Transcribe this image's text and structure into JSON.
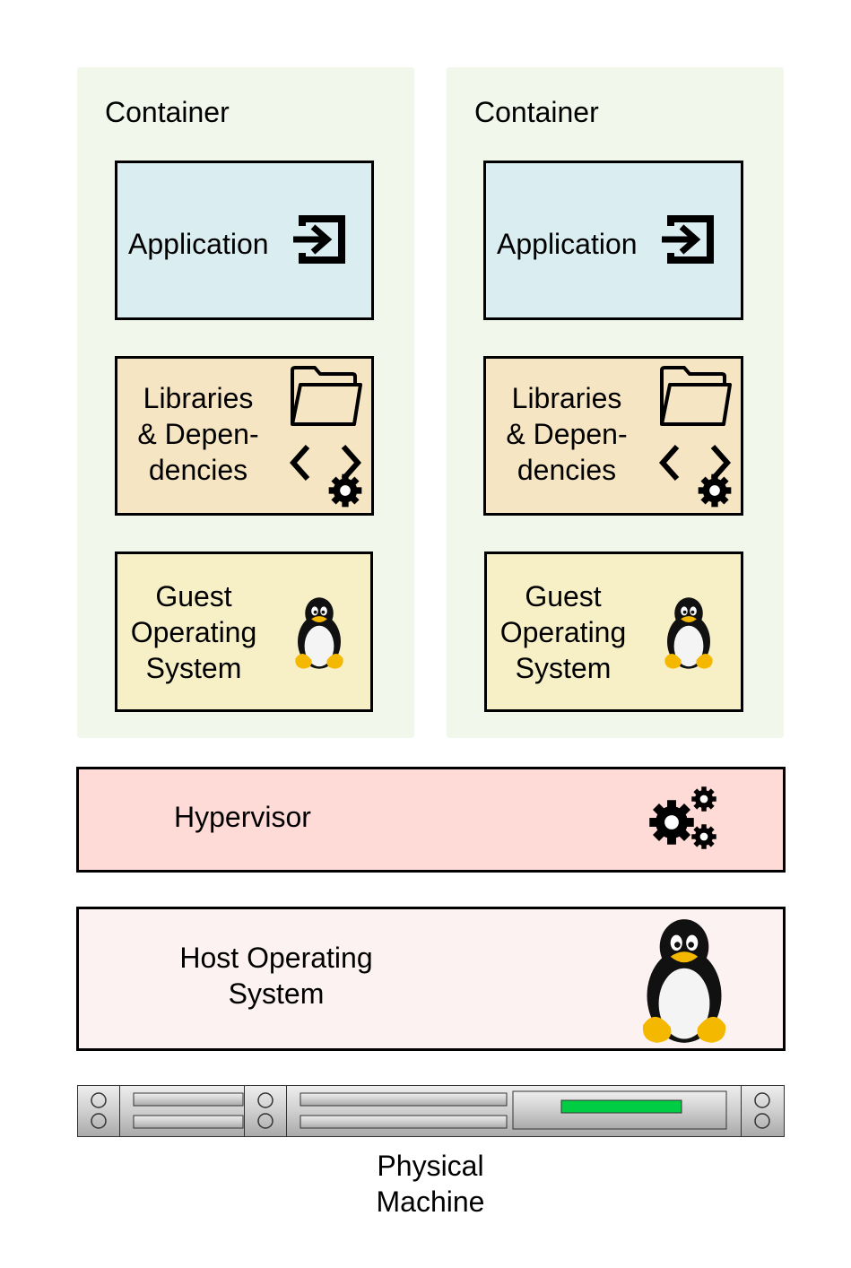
{
  "containers": [
    {
      "title": "Container",
      "application": "Application",
      "libraries": [
        "Libraries",
        "& Depen-",
        "dencies"
      ],
      "guest_os": [
        "Guest",
        "Operating",
        "System"
      ]
    },
    {
      "title": "Container",
      "application": "Application",
      "libraries": [
        "Libraries",
        "& Depen-",
        "dencies"
      ],
      "guest_os": [
        "Guest",
        "Operating",
        "System"
      ]
    }
  ],
  "hypervisor": {
    "label": "Hypervisor"
  },
  "host_os": {
    "label": [
      "Host Operating",
      "System"
    ]
  },
  "physical_machine": {
    "label": [
      "Physical",
      "Machine"
    ]
  },
  "colors": {
    "container_bg": "#f1f7ea",
    "application": "#daedf0",
    "libraries": "#f5e5c2",
    "guest_os": "#f7f0c6",
    "hypervisor": "#ffdbd8",
    "host_os": "#fcf2f1",
    "server_led": "#00cc44"
  },
  "icons": {
    "application": "enter-arrow-icon",
    "libraries": [
      "folder-icon",
      "code-brackets-icon",
      "gear-icon"
    ],
    "guest_os": "tux-penguin-icon",
    "hypervisor": "gears-icon",
    "host_os": "tux-penguin-icon",
    "physical_machine": "rack-server-icon"
  }
}
